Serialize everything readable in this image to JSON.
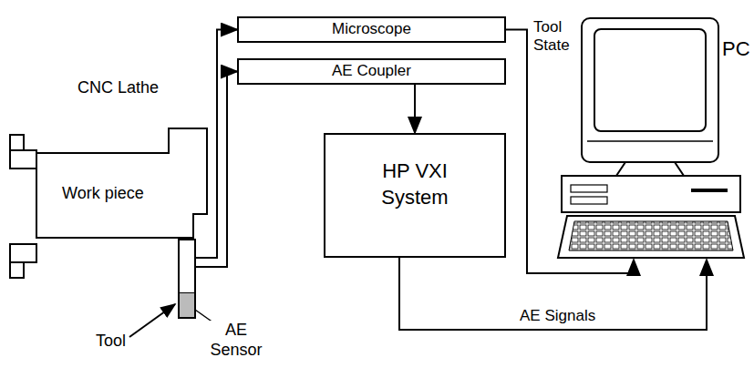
{
  "diagram": {
    "nodes": [
      {
        "text": [
          "CNC Lathe",
          "Work piece"
        ]
      },
      {
        "text": [
          "Tool"
        ]
      },
      {
        "text": [
          "Microscope"
        ]
      },
      {
        "text": [
          "AE Coupler"
        ]
      },
      {
        "text": [
          "HP VXI System"
        ]
      },
      {
        "text": [
          "PC"
        ]
      }
    ],
    "edges": [
      {
        "from": 1,
        "to": 2,
        "arrow": "to"
      },
      {
        "from": 1,
        "to": 3,
        "arrow": "to"
      },
      {
        "from": 3,
        "to": 4,
        "arrow": "to"
      },
      {
        "from": 2,
        "to": 5,
        "label": "Tool State",
        "arrow": "to"
      },
      {
        "from": 4,
        "to": 5,
        "label": "AE Signals",
        "arrow": "to"
      }
    ],
    "labels": [
      "AE Sensor"
    ]
  }
}
